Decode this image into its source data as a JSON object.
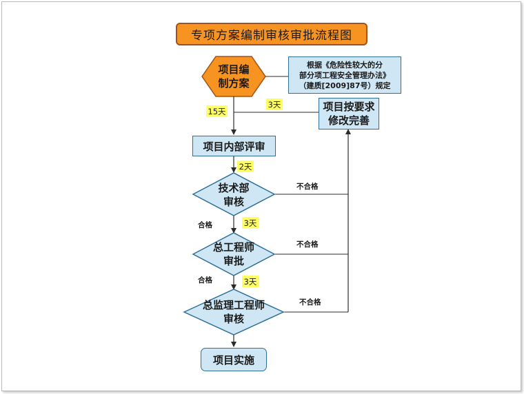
{
  "title": "专项方案编制审核审批流程图",
  "nodes": {
    "prepare": [
      "项目编",
      "制方案"
    ],
    "basis_note": [
      "根据《危险性较大的分",
      "部分项工程安全管理办法》",
      "（建质[2009]87号）规定"
    ],
    "revise": [
      "项目按要求",
      "修改完善"
    ],
    "internal_review": "项目内部评审",
    "tech_dept": [
      "技术部",
      "审核"
    ],
    "chief_engineer": [
      "总工程师",
      "审批"
    ],
    "chief_supervisor": [
      "总监理工程师",
      "审核"
    ],
    "implement": "项目实施"
  },
  "durations": {
    "to_review": "15天",
    "from_revise": "3天",
    "to_tech": "2天",
    "to_chief": "3天",
    "to_supervisor": "3天"
  },
  "labels": {
    "fail_1": "不合格",
    "fail_2": "不合格",
    "fail_3": "不合格",
    "pass_1": "合格",
    "pass_2": "合格"
  },
  "colors": {
    "title_fill": "#f79320",
    "start_fill": "#f79320",
    "box_fill": "#cfe6f5",
    "box_border": "#2f6f96",
    "tag_fill": "#ffff66",
    "line": "#2b2b2b"
  }
}
